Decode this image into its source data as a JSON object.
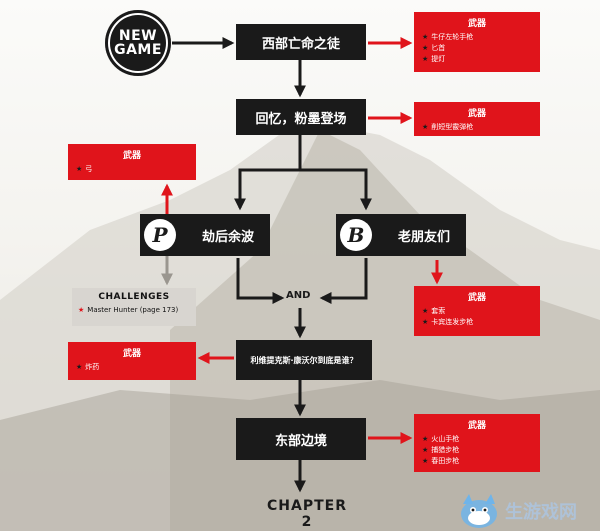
{
  "start": {
    "line1": "NEW",
    "line2": "GAME"
  },
  "nodes": {
    "n1": "西部亡命之徒",
    "n2": "回忆，粉墨登场",
    "n3": "劫后余波",
    "n4": "老朋友们",
    "n5": "利维提克斯·康沃尔到底是谁？",
    "n6": "东部边境"
  },
  "badges": {
    "left": "P",
    "right": "B"
  },
  "and_label": "AND",
  "weapons": {
    "w1": {
      "title": "武器",
      "items": [
        "牛仔左轮手枪",
        "匕首",
        "提灯"
      ]
    },
    "w2": {
      "title": "武器",
      "items": [
        "削短型霰弹枪"
      ]
    },
    "w3": {
      "title": "武器",
      "items": [
        "弓"
      ]
    },
    "w4": {
      "title": "武器",
      "items": [
        "套索",
        "卡宾连发步枪"
      ]
    },
    "w5": {
      "title": "武器",
      "items": [
        "炸药"
      ]
    },
    "w6": {
      "title": "武器",
      "items": [
        "火山手枪",
        "捕猎步枪",
        "春田步枪"
      ]
    }
  },
  "challenges": {
    "title": "CHALLENGES",
    "item": "Master Hunter (page 173)"
  },
  "chapter_end": "CHAPTER 2",
  "watermark": "生游戏网",
  "colors": {
    "accent": "#e0141b",
    "node": "#1a1a1a",
    "challenge_bg": "#d8d5d0"
  }
}
